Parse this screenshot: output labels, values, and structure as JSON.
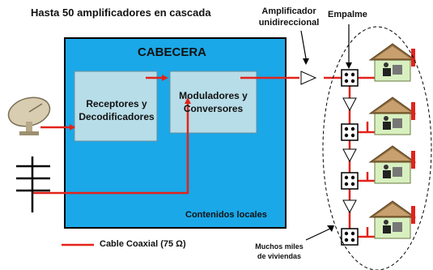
{
  "title": "Hasta 50 amplificadores en cascada",
  "headend": {
    "label": "CABECERA",
    "receivers": [
      "Receptores y",
      "Decodificadores"
    ],
    "modulators": [
      "Moduladores y",
      "Conversores"
    ],
    "local_content": "Contenidos locales"
  },
  "amplifier_label": [
    "Amplificador",
    "unidireccional"
  ],
  "splice_label": "Empalme",
  "homes_label": [
    "Muchos miles",
    "de viviendas"
  ],
  "legend": {
    "label": "Cable Coaxial (75 Ω)",
    "color": "#e2231a"
  },
  "colors": {
    "headend_fill": "#1aa8e8",
    "inner_box_fill": "#b7dde8",
    "cable": "#e2231a"
  },
  "icons": [
    "satellite-dish-icon",
    "antenna-icon",
    "amplifier-icon",
    "splice-box-icon",
    "house-icon"
  ]
}
